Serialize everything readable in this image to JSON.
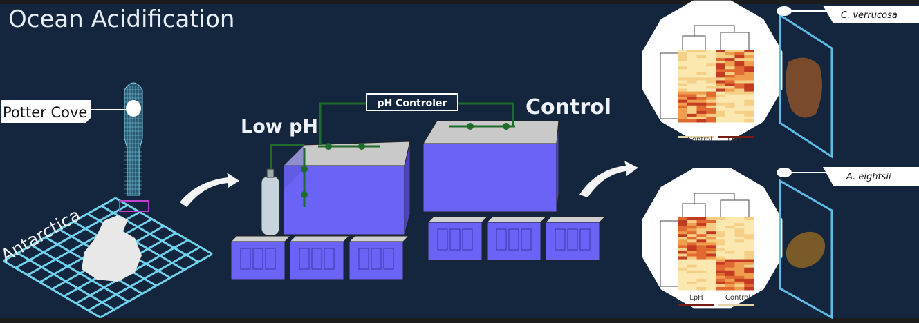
{
  "title": "Ocean Acidification",
  "location": {
    "site": "Potter Cove",
    "region": "Antarctica"
  },
  "experiment": {
    "low_ph_label": "Low pH",
    "control_label": "Control",
    "controller_label": "pH Controler"
  },
  "species": [
    {
      "name": "C. verrucosa",
      "heatmap_groups": [
        "Control",
        "LpH"
      ]
    },
    {
      "name": "A. eightsii",
      "heatmap_groups": [
        "LpH",
        "Control"
      ]
    }
  ],
  "colors": {
    "background": "#14263d",
    "tank": "#6a63f5",
    "tube": "#1e6b2b",
    "grid": "#6fd3ee",
    "frame": "#5bbde6",
    "lph_bar": "#7a1a14",
    "control_bar": "#e6d2a8"
  }
}
